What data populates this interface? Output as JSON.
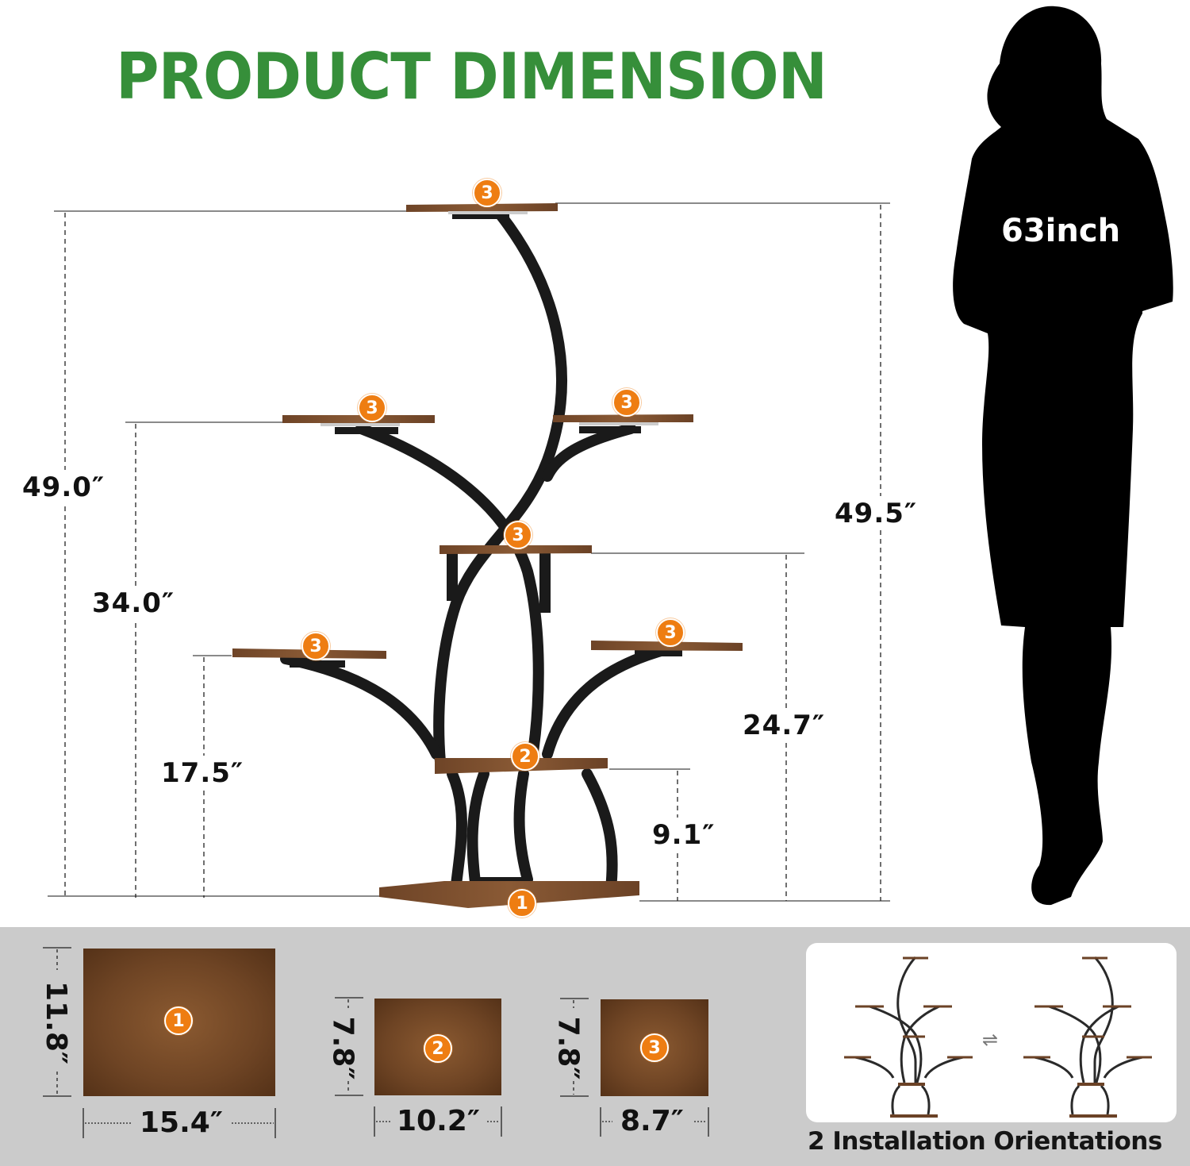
{
  "title": "PRODUCT DIMENSION",
  "colors": {
    "title_green": "#368f3a",
    "badge_orange": "#ee7d12",
    "wood_brown": "#7a4e2d",
    "frame_black": "#1a1a1a",
    "band_gray": "#cbcbcb"
  },
  "person": {
    "icon": "woman-silhouette-icon",
    "height_label": "63inch"
  },
  "heights": {
    "overall_left": "49.0″",
    "upper_side_shelves": "34.0″",
    "lower_side_shelves": "17.5″",
    "middle_shelf": "24.7″",
    "second_shelf": "9.1″",
    "overall_right": "49.5″"
  },
  "shelves": [
    {
      "id": "top",
      "badge": "3"
    },
    {
      "id": "upper-left",
      "badge": "3"
    },
    {
      "id": "upper-right",
      "badge": "3"
    },
    {
      "id": "middle",
      "badge": "3"
    },
    {
      "id": "lower-left",
      "badge": "3"
    },
    {
      "id": "lower-right",
      "badge": "3"
    },
    {
      "id": "second",
      "badge": "2"
    },
    {
      "id": "base",
      "badge": "1"
    }
  ],
  "panels": [
    {
      "badge": "1",
      "depth": "11.8″",
      "width": "15.4″"
    },
    {
      "badge": "2",
      "depth": "7.8″",
      "width": "10.2″"
    },
    {
      "badge": "3",
      "depth": "7.8″",
      "width": "8.7″"
    }
  ],
  "orientations": {
    "caption": "2 Installation Orientations",
    "swap_icon": "⇌"
  }
}
